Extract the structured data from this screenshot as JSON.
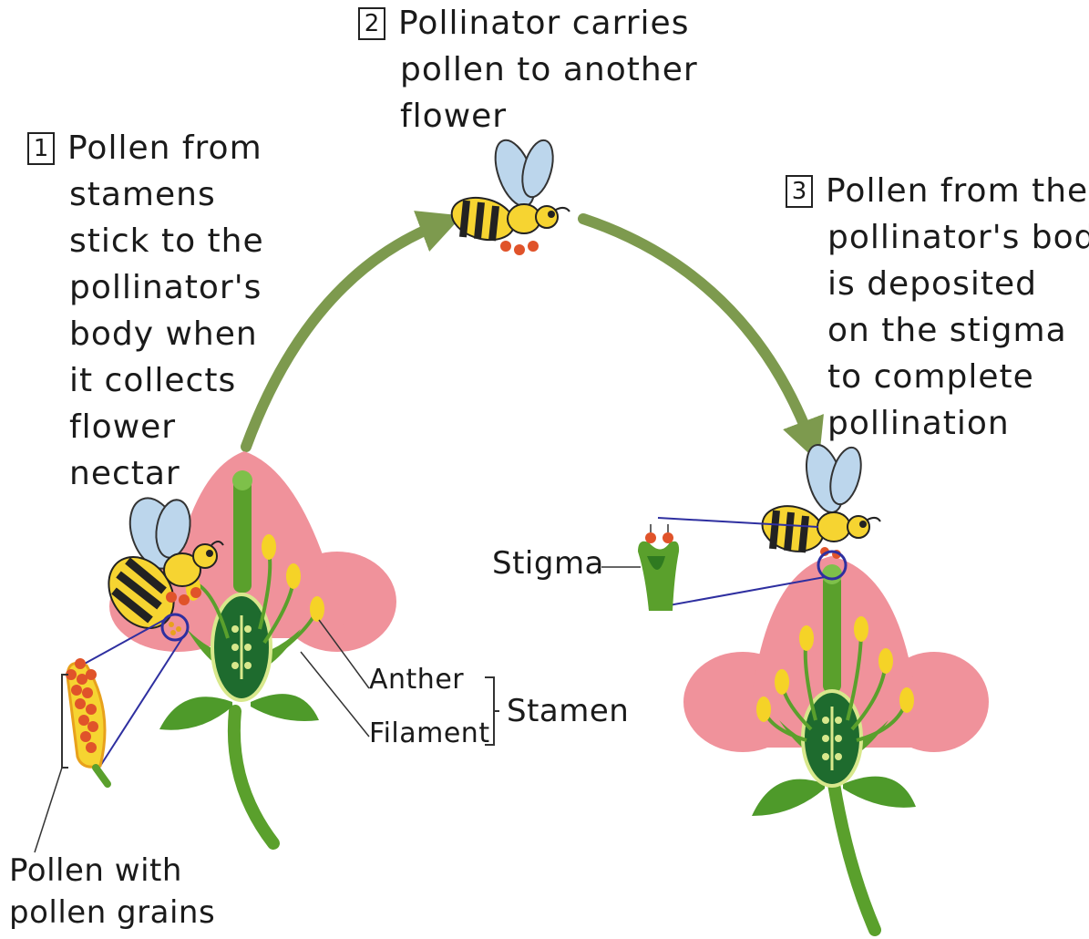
{
  "steps": [
    {
      "number": "1",
      "lines": [
        "Pollen from",
        "stamens",
        "stick to the",
        "pollinator's",
        "body when",
        "it collects",
        "flower",
        "nectar"
      ]
    },
    {
      "number": "2",
      "lines": [
        "Pollinator carries",
        "pollen to another",
        "flower"
      ]
    },
    {
      "number": "3",
      "lines": [
        "Pollen from the",
        "pollinator's body",
        "is deposited",
        "on the stigma",
        "to complete",
        "pollination"
      ]
    }
  ],
  "labels": {
    "stigma": "Stigma",
    "anther": "Anther",
    "filament": "Filament",
    "stamen": "Stamen",
    "pollen_line1": "Pollen with",
    "pollen_line2": "pollen grains"
  },
  "colors": {
    "arrow": "#7d9a4e",
    "petal": "#f0929b",
    "stem": "#5aa02c",
    "ovary": "#1e6b2e",
    "anther": "#f5d327",
    "pollen": "#e0532a",
    "bee_body": "#f6d431",
    "bee_wing": "#bcd6ec",
    "zoom_line": "#2e2fa0"
  }
}
